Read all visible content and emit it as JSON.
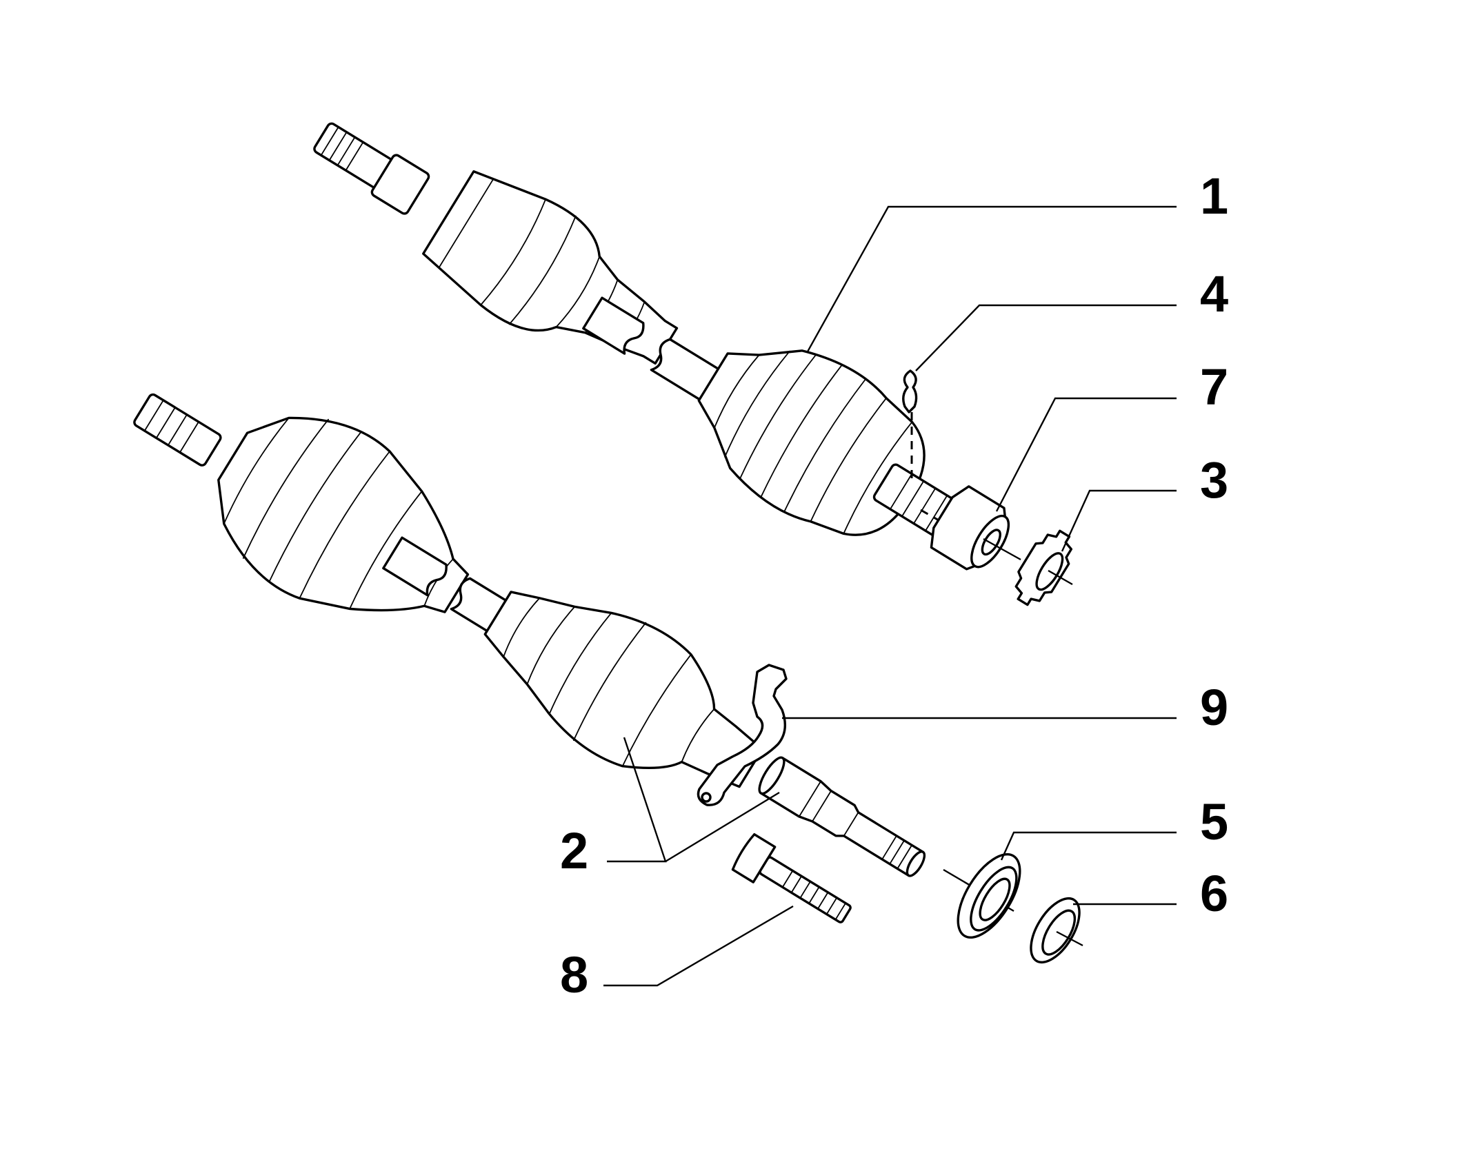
{
  "colors": {
    "background": "#ffffff",
    "line": "#000000"
  },
  "callouts": {
    "c1": "1",
    "c2": "2",
    "c3": "3",
    "c4": "4",
    "c5": "5",
    "c6": "6",
    "c7": "7",
    "c8": "8",
    "c9": "9"
  }
}
